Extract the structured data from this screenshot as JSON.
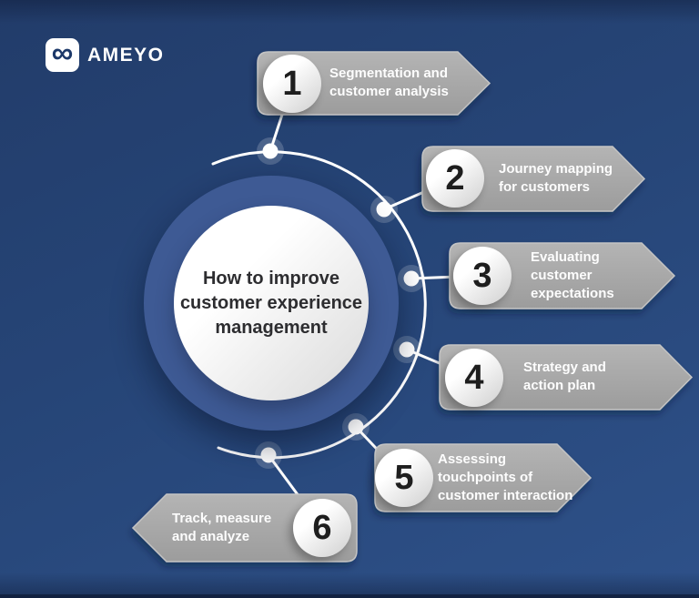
{
  "brand": {
    "name": "AMEYO",
    "icon_glyph": "∞"
  },
  "center": {
    "title": "How to improve customer experience management",
    "lines": [
      "How to improve",
      "customer experience",
      "management"
    ]
  },
  "steps": [
    {
      "number": "1",
      "label": "Segmentation and customer analysis",
      "lines": [
        "Segmentation and",
        "customer analysis"
      ]
    },
    {
      "number": "2",
      "label": "Journey mapping for customers",
      "lines": [
        "Journey mapping",
        "for customers"
      ]
    },
    {
      "number": "3",
      "label": "Evaluating customer expectations",
      "lines": [
        "Evaluating",
        "customer",
        "expectations"
      ]
    },
    {
      "number": "4",
      "label": "Strategy and action plan",
      "lines": [
        "Strategy and",
        "action plan"
      ]
    },
    {
      "number": "5",
      "label": "Assessing touchpoints of customer interaction",
      "lines": [
        "Assessing",
        "touchpoints of",
        "customer interaction"
      ]
    },
    {
      "number": "6",
      "label": "Track, measure and analyze",
      "lines": [
        "Track, measure",
        "and analyze"
      ]
    }
  ],
  "colors": {
    "background_top": "#223c6a",
    "background_mid": "#264577",
    "background_bottom": "#2e5189",
    "ring_blue": "#3e5a94",
    "banner_gray": "#a7a7a7",
    "banner_text": "#ffffff",
    "number_text": "#1e1e1e",
    "connector_white": "#ffffff",
    "center_text": "#2d2d30",
    "logo_navy": "#1c3869"
  }
}
